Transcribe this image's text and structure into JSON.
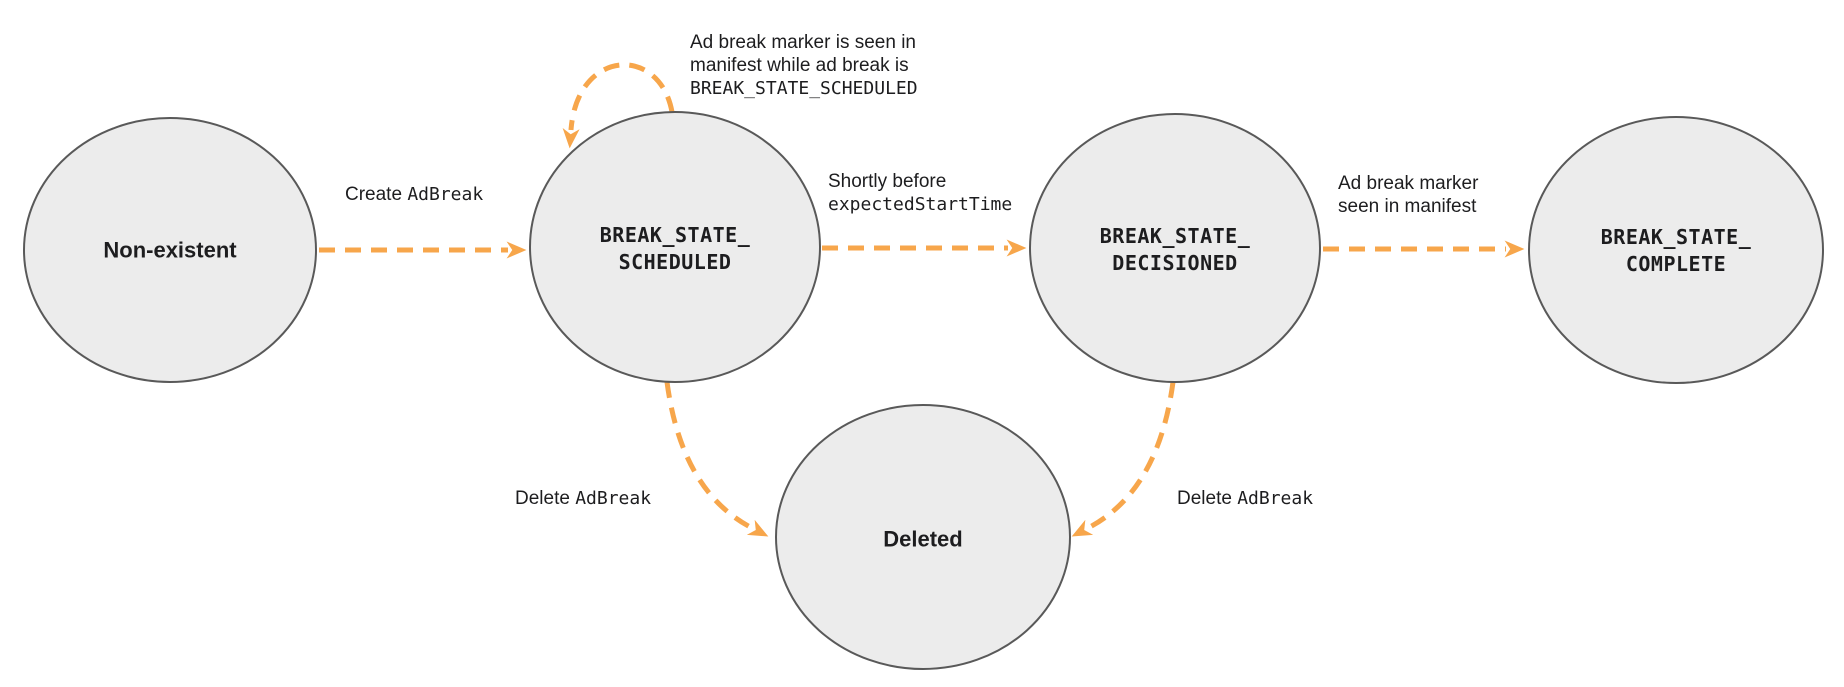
{
  "colors": {
    "background": "#ffffff",
    "node_fill": "#ececec",
    "node_stroke": "#595959",
    "edge": "#f7a64b",
    "text": "#1d1d1f"
  },
  "states": {
    "non_existent": {
      "label": "Non-existent"
    },
    "scheduled": {
      "line1": "BREAK_STATE_",
      "line2": "SCHEDULED"
    },
    "decisioned": {
      "line1": "BREAK_STATE_",
      "line2": "DECISIONED"
    },
    "complete": {
      "line1": "BREAK_STATE_",
      "line2": "COMPLETE"
    },
    "deleted": {
      "label": "Deleted"
    }
  },
  "transitions": {
    "create": {
      "sans": "Create ",
      "mono": "AdBreak"
    },
    "self_loop": {
      "line1": "Ad break marker is seen in",
      "line2": "manifest while ad break is",
      "line3_mono": "BREAK_STATE_SCHEDULED"
    },
    "shortly": {
      "line1": "Shortly before",
      "line2_mono": "expectedStartTime"
    },
    "marker_seen": {
      "line1": "Ad break marker",
      "line2": "seen in manifest"
    },
    "delete_left": {
      "sans": "Delete ",
      "mono": "AdBreak"
    },
    "delete_right": {
      "sans": "Delete ",
      "mono": "AdBreak"
    }
  }
}
